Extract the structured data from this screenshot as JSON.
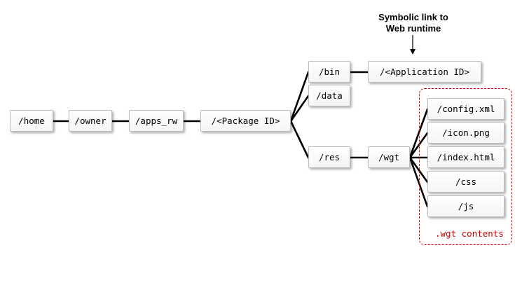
{
  "annotation": {
    "line1": "Symbolic link to",
    "line2": "Web runtime"
  },
  "nodes": {
    "home": "/home",
    "owner": "/owner",
    "apps_rw": "/apps_rw",
    "package_id": "/<Package ID>",
    "bin": "/bin",
    "data": "/data",
    "res": "/res",
    "application_id": "/<Application ID>",
    "wgt": "/wgt",
    "config_xml": "/config.xml",
    "icon_png": "/icon.png",
    "index_html": "/index.html",
    "css": "/css",
    "js": "/js"
  },
  "wgt_contents": {
    "caption_code": ".wgt",
    "caption_word": "contents"
  },
  "colors": {
    "line": "#000000",
    "box_border": "#bdbdbd",
    "highlight_red": "#d40000"
  }
}
